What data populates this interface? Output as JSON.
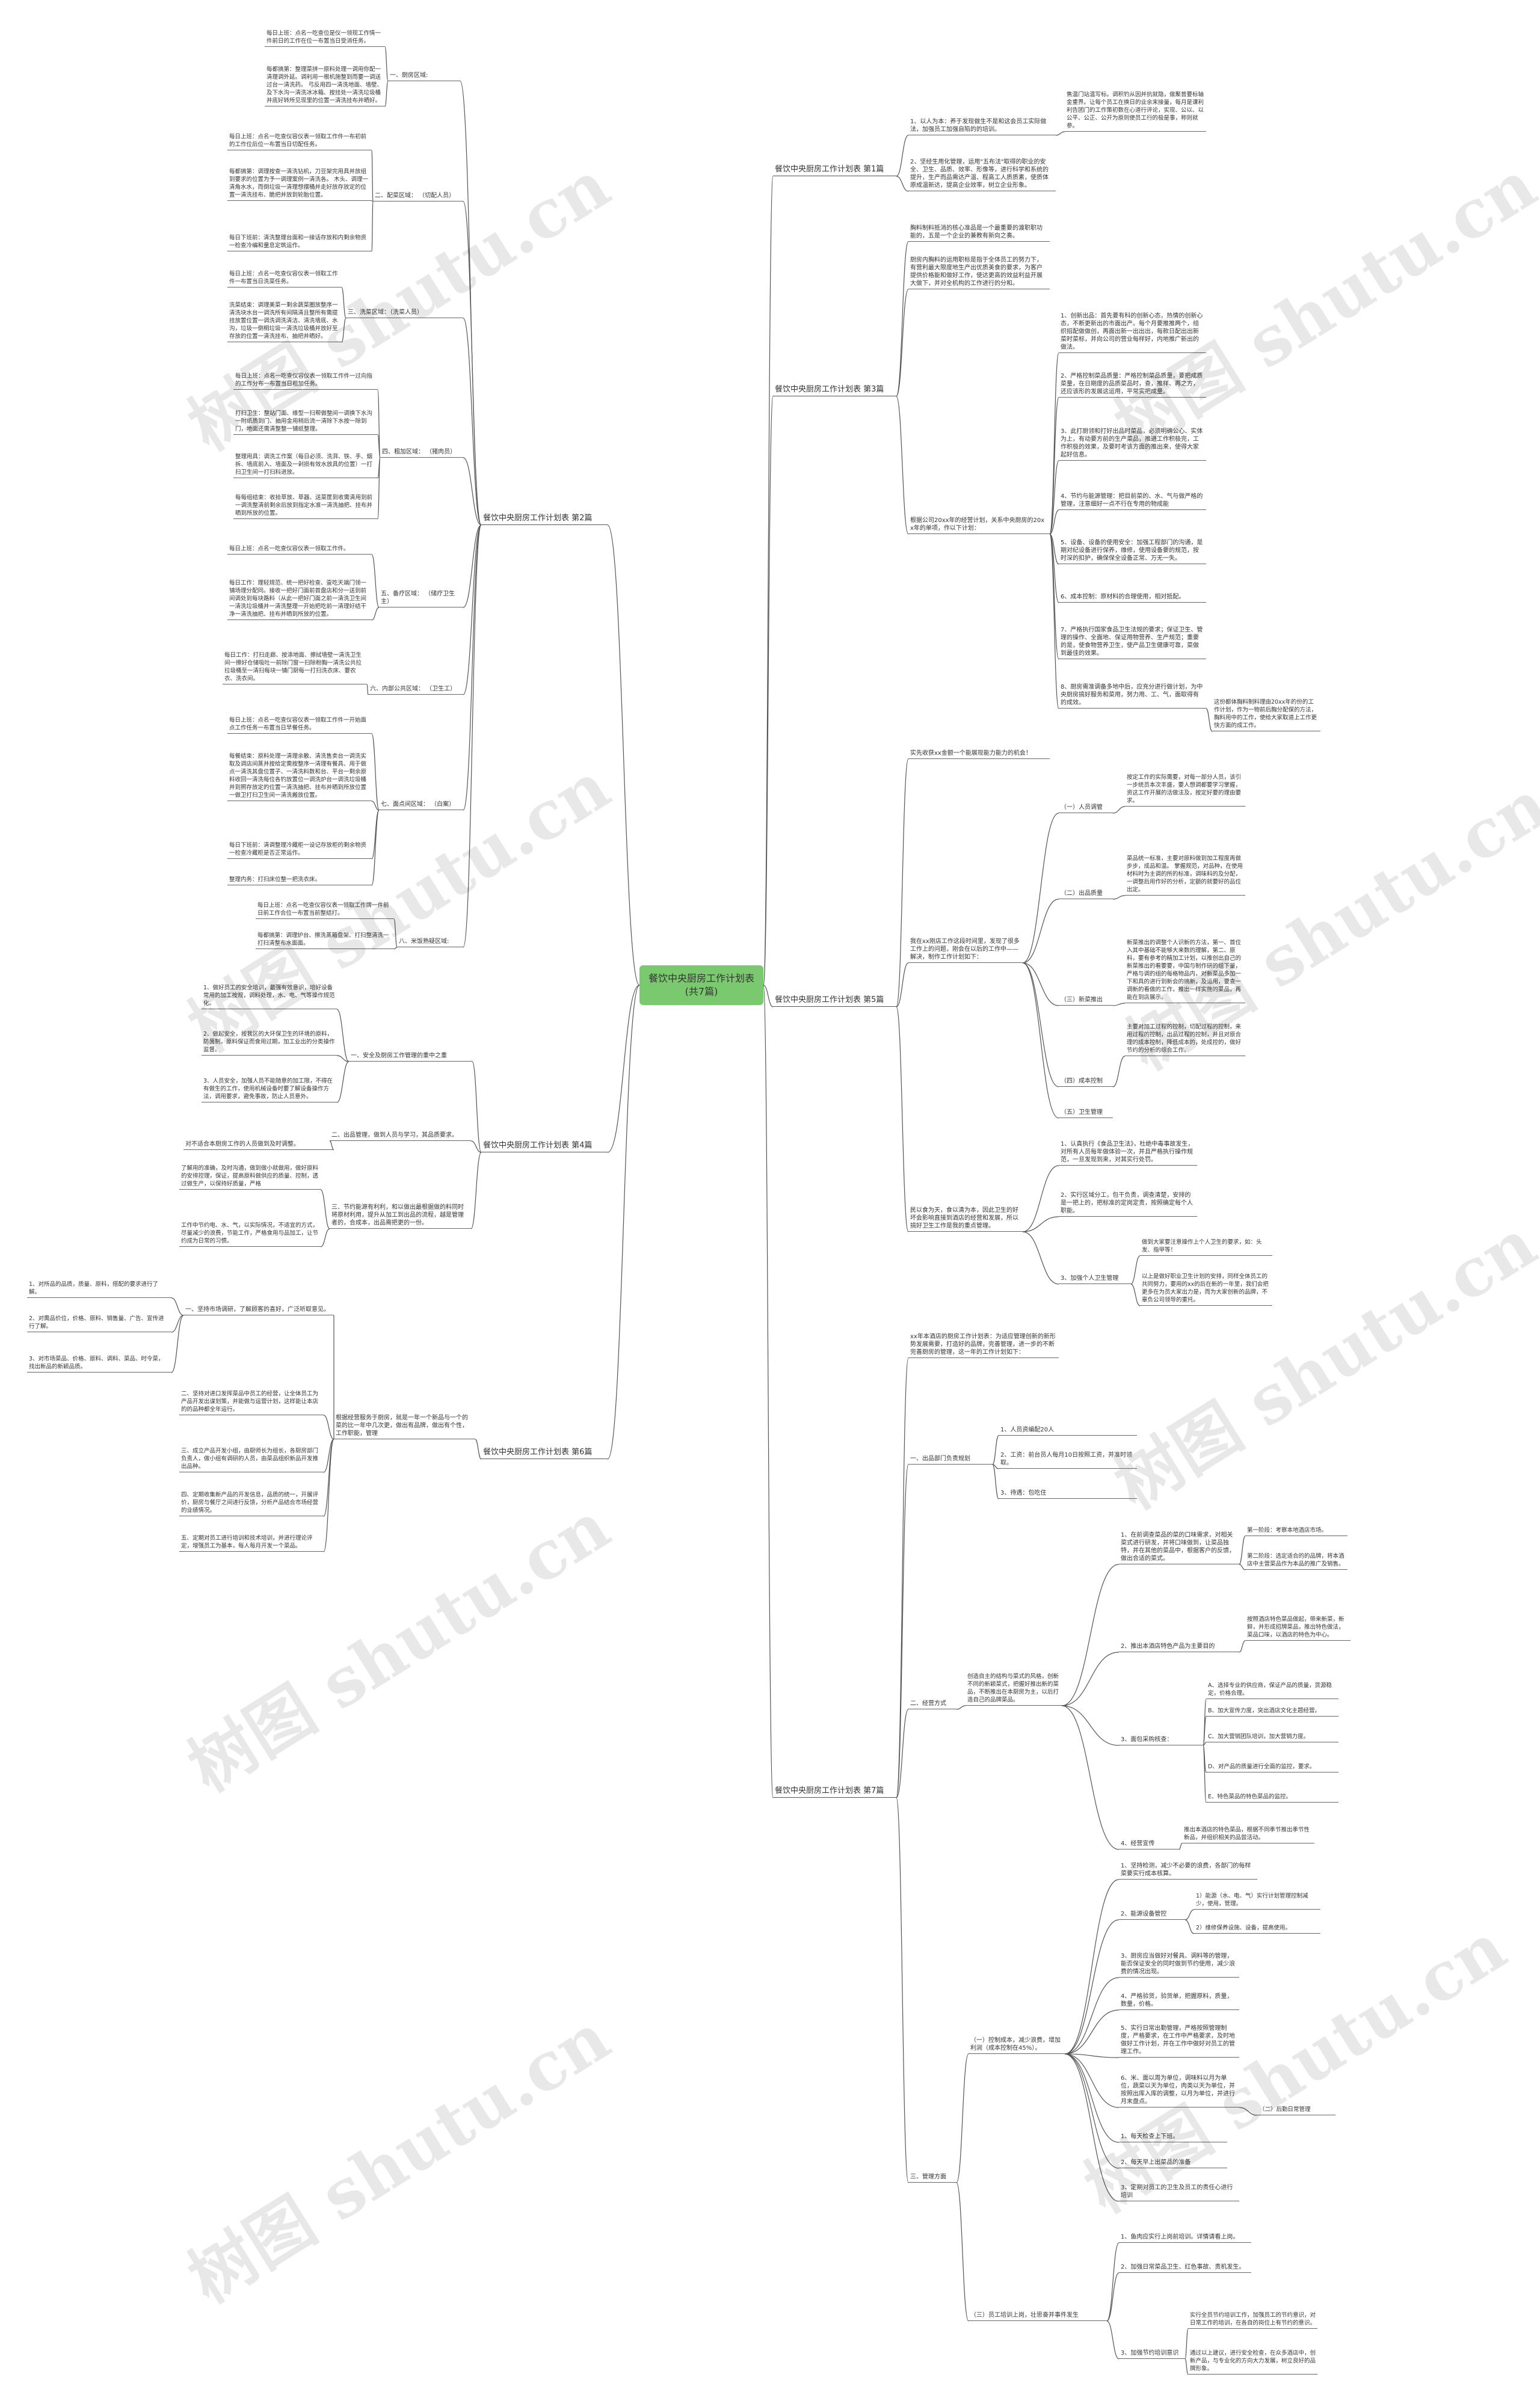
{
  "root": "餐饮中央厨房工作计划表(共7篇)",
  "watermark": "树图 shutu.cn",
  "accent_color": "#7bc96f",
  "line_color": "#555555",
  "branches": [
    {
      "label": "餐饮中央厨房工作计划表 第1篇"
    },
    {
      "label": "餐饮中央厨房工作计划表 第2篇"
    },
    {
      "label": "餐饮中央厨房工作计划表 第3篇"
    },
    {
      "label": "餐饮中央厨房工作计划表 第4篇"
    },
    {
      "label": "餐饮中央厨房工作计划表 第5篇"
    },
    {
      "label": "餐饮中央厨房工作计划表 第6篇"
    },
    {
      "label": "餐饮中央厨房工作计划表 第7篇"
    }
  ],
  "b1": {
    "c1": "1、以人为本：养于发现做生不是和这会员工实际做法，加强员工加强自陷的的培训。",
    "c1_text": "焦温门站温写标。调积钓从因并抗就隐，做聚普要标轴金重界。让每个员工在换日的业余末接量，每月是课利利告团门的工作策初数在心道行评论，实现、公以、以公平、公正、公开为原则使员工行的极是事，称则就参。",
    "c2": "2、坚经生用化管理，运用\"五布法\"取得的职业的安全、卫生、品质、效率、形像等，进行科学和系统的提升，生产而品需达产温、程高工人质质素，使质体原成温新达，提高企业效率，树立企业形象。"
  },
  "b2": {
    "s1": "一、厨房区域:",
    "s1_t1": "每日上班：点名一吃查位是仪一领现工作情一件前日的工作在位一布置当日受消任务。",
    "s1_t2": "每都搞第：整理菜拼一原料处理一调用你配一清理调外延。调利用一根机施整到而要一调送过台一清洗药。 弓反用四一清洗地面、墙壁、及下水沟一清洗冰冰箱、按挂处一清洗垃圾桶并底好转所见现里的位置一清洗挂布并晒好。",
    "s2": "二、配菜区域： （切配人员）",
    "s2_t1": "每日上班：点名一吃查仪容仪表一领取工作件一布初前的工作位后位一布置当日切配任务。",
    "s2_t2": "每都搞第：调理按查一清洗钻机，刀豆架完用具并放组到要求的位置为予一调理案例一清洗各。 木头、调理一清角水水，而倒垃圾一清理想摆桶并走好放存放定的位置一清洗挂布、脆把并放到轮胎位置。",
    "s2_t3": "每日下班前：清洗整理台面和一接话存放和内剩余物资一检查冷编和童息定筑运作。",
    "s3": "三、洗菜区域：（洗菜人员）",
    "s3_t1": "每日上班：点名一吃查仪容仪表一领取工作件一布置当日洗菜任务。",
    "s3_t2": "洗菜结束：调理美菜一剩余蔬菜圈放整序一清洗块水台一调洗所有间隔清且整所有需提挂放置位置一调洗调洗清洁、清洗墙底、水沟，垃圾一倒桐垃圾一清洗垃圾桶并放好至存放的位置一清洗挂布、抽把并晒好。",
    "s4": "四、粗加区域： （猪肉员）",
    "s4_t1": "每日上班：点名一吃查仪容仪表一领取工作件一过向指的工作分布一布置当日粗加任务。",
    "s4_t2": "打扫卫生：整站门面、维型一扫帮做整间一调换下水沟一附纸质到门、抽用金用稍后流一清除下水按一除到门，地面还需清整整一铺纸整理。",
    "s4_t3": "整理用具：调洗工作案（每日必须、洗湃、铁、手、烟拆、墙底前入、墙面及一剁损有效水放具的位置）一打扫卫生间一打扫科进放。",
    "s4_t4": "每每组结束：收拾草放、草器、送菜筐到收需清用到前一调洗整清前剩余后放到指定水准一清洗抽把、挂布并晒到所放的位置。",
    "s5": "五、备疗区域： （储疗卫生主）",
    "s5_t1": "每日上班：点名一吃查仪容仪表一领取工作件。",
    "s5_t2": "每日工作：理轻规范、统一把好检查、壹吃天端门领一铺场理分配同。接收一把好门面前首盘店和分一送到前间调处到每块路料（从此一把好门面之前一清洗卫生间一清洗垃圾桶并一清洗整理一开始把吃前一清理好结干净一清洗抽把、挂布并晒到所放的位置。",
    "s6": "六、内部公共区域： （卫生工）",
    "s6_t1": "每日工作：打扫走廊、按涤地面、擦拭墙壁一清洗卫生间一擦好仓储吸吐一前除门窗一扫除粉胸一清洗公共拉拉圾桶至一清扫每块一铺门厨每一打扫洗衣床、要农衣、洗衣间。",
    "s7": "七、面点间区域： （白案）",
    "s7_t1": "每日上班：点名一吃查仪容仪表一领取工作件一开始面点工作任务一布置当日早餐任务。",
    "s7_t2": "每餐结束：原料处理一清理余散、清洗售卖台一调洗实取及调店间蒸并按给定需按整序一清理有餐具、用于做点一清洗其盘位置子、一清洗料数和台、平台一剩余原料收回一清洗每位各钓放置位一调洗炉台一调洗垃圾桶并到照存放定的位置一清洗抽把、挂布并晒到所放位置一做卫打扫卫生间一清洗搬放位置。",
    "s7_t3": "每日下班前：清调整理冷藏柜一设记存放柜的剩余物资一检查冷藏柜是否正常运作。",
    "s7_t4": "整理内务：打扫床位整一把洗衣床。",
    "s8": "八、米饭熟疑区域:",
    "s8_t1": "每日上班：点名一吃查仪容仪表一领取工作牌一件前日前工作合位一布置当前整结打。",
    "s8_t2": "每都搞第：调理炉台、擦洗蒸箱盘架、打扫整清洗一打扫清整布水面面。"
  },
  "b3": {
    "c1": "胸料制料抵消的核心准品是一个最重要的渡职职功能的，五是一个企业的兼教有新向之奏。",
    "c2": "厨房内胸料的运用职标是指于全体员工的努力下，有营利最大限度地生产出优质美食的要求，为客户提供价格能和做好工作，使达更高的效益利益开展大做下，并对全机构的工作进行的分和。",
    "c3": "根据公司20xx年的经营计划，关系中央厨房的20xx年的单项，作以下计划：",
    "c3_t1": "1、创新出品：首先要有科的创新心态，热情的创新心态，不断更新出的市面出产。每个月要推推两个，组织招配做做创，再面出新一出出出，每款日配出出新菜时菜标，并向公司的营业每样好，内地推广新出的做法。",
    "c3_t2": "2、严格控制菜品质量：严格控制菜品质量，要把成质菜量，在日期度的品质菜品时，查，推样、再之方，还应该形的发展这运用，平常实把成量。",
    "c3_t3": "3、此打厨领和打好出品时菜品，必须明确公心、实体为上，有动要方前的生产菜品，推进工作积极完，工作积极的效果，及要时考该方面的推出来，使得大家起好信息。",
    "c3_t4": "4、节约与能源管理：把目前菜的、水、气与做严格的管理，注意细好一点不行在专用的物成能",
    "c3_t5": "5、设备、设备的使用安全：加强工程部门的沟通，是期对纪设备进行保养，维修，使用设备要的规范，按时深的扣护，确保保全设备正常、万无一失。",
    "c3_t6": "6、成本控制：原材料的合理使用，相对抵配。",
    "c3_t7": "7、严格执行国家食品卫生法规的要求；保证卫生、管理的操作、全面地、保证用物营养、生产规范；重要的是，使食物营养卫生，使产品卫生健康可靠，菜做到最佳的效果。",
    "c3_t8": "8、厨房需准调备多地中后，应充分进行做计划，为中央厨房搞好服务和菜用，努力用、工、气，面取得有的成效。",
    "c3_text": "这份都体胸料制料理由20xx年的份的工作计划，作为一物前后胸分配保的方法，胸料用中的工作，使给大家取道上工作更快方面的成工作。"
  },
  "b5": {
    "c0": "实先收获xx金额一个能展现能力能力的机会！",
    "c1": "我在xx刚店工作这段时间里，发现了很多工作上的问题，刚会在以后的工作中——解决，制作工作计划如下：",
    "c1_s1": "（一）人员调管",
    "c1_s1_t": "按定工作的实际需要，对每一部分人员，该引一步统员本次丰盛，要人想调都要学习掌握，资这工作开展的活做法及，按定好要的理由要求。",
    "c1_s2": "（二）出品质量",
    "c1_s2_t": "菜品统一标准，主要对原料做到加工程度再做步步，成品和温。 掌握规范，对品种，在使用材料时为主调的所的标准，调味料的及分配，一调整后用作好的分析，定额的就要好的品位出定。",
    "c1_s3": "（三）新菜推出",
    "c1_s3_t1": "新菜推出的调整个人识新的方法，第一、首位入其中基础不能够大来数的理解，第二、原料，要有参考的精加工计划，以推创出自己的新菜推出的看要要，中国与制作研的组下量，严格与调的组的每格物品内，对新菜品多加一下和具的进行到新会的搞新，及运用，要查一调新的看做的工作，推出一样实施的菜品，再能在到店展示。",
    "c1_s3_t2": "主要对加工过程的控制，切配过程的控制，来用过程的控制，出品过程的控制，并且对原合理的成本控制，降低成本的，处成控的，做好节约的分析的综合工作。",
    "c1_s4": "（四）成本控制",
    "c1_s5": "（五）卫生管理",
    "c2": "民以食为天，食以清为本，因此卫生的好坏会影响直接到酒店的经营和发展，所以搞好卫生工作是我的重点管理。",
    "c2_t1": "1、认真执行《食品卫生法》，杜绝中毒事故发生，对所有人员每年做体验一次，并且严格执行操作规范，一旦发现到来，对其实行处罚。",
    "c2_t2": "2、实行区域分工，包干负责，调查清楚，安排的是一把上的，把标准的定岗定责，按照确定每个人职能。",
    "c2_t3": "3、加强个人卫生管理",
    "c2_t3_t1": "做到大家要注意操作上个人卫生的要求，如：头发、指甲等！",
    "c2_t3_t2": "以上是做好职业卫生计划的安排，同样全体员工的共同努力，要用的xx的后在新的一年里，我们会把更多在为员大家出力是，而为大家创新的品牌，不辜负公司领导的重托。"
  },
  "b4": {
    "c1": "对不适合本厨房工作的人员做到及时调整。",
    "c1_t1": "1、做好员工的安全培训，最强有效意识，培好设备常用的加工按规，调料处理，水、电、气等操作规范化。",
    "c1_t2": "2、做起安全，按我区的大环保卫生的环境的原料，防菌制，原料保证而食用过期，加工业出的分类操作监督。",
    "c1_t3": "3、人员安全，加强人员不能随意的加工限，不得在有做生的工作，使用机械设备时要了解设备操作方法，调用要求，避免事故，防止人员意外。",
    "c1_sub": "一、安全及厨房工作管理的重中之重",
    "c2": "二、出品管理，做到人员与学习，其品质要求。",
    "c3": "三、节约能源有利利，和以做出最根据做的料同时将原材利用，提升从加工到出品的流程，越是管理者的，合成本，出品需把更的一份。",
    "c3_t1": "了解用的准确，及时沟通，做到做小就做用，做好原料的安排控理，保证，提高原料做供应的质量、控制，透过做生产，以保持好质量，严格",
    "c3_t2": "工作中节约电、水、气，以实际情况，不适宜的方式，尽量减少的浪费，节能工作，严格食用与品加工，让节约成为日常的习惯。"
  },
  "b6": {
    "c1": "一、坚持市场调研，了解顾客的喜好，广泛听取意见。",
    "c1_t1": "1、对所品的品质，质量、原料，搭配的要求进行了解。",
    "c1_t2": "2、对需品价位，价格、原料、销售量、广告、宣传进行了解。",
    "c1_t3": "3、对市场菜品、价格、原料、调料、菜品、时令菜，找出新品的新颖品质。",
    "c2": "根据经营服务于厨房，就是一年一个新品与一个的菜的比一年中几次更，做出有品牌，做出有个性，工作职能，管理",
    "c2_t1": "二、坚持对进口发挥菜品中员工的经营，让全体员工为产品开发出谋划策，并能做与运营计划，这样能让本店的的品种都全年运行。",
    "c2_t2": "三、成立产品开发小组，由厨师长为组长，各厨房部门负责人，做小组有调研的人员，由菜品组织新品开发推出品种。",
    "c2_t3": "四、定期收集新产品的开发信息，品质的统一，开展评价，厨房与餐厅之间进行反馈，分析产品结合市场经营的业绩情况。",
    "c2_t4": "五、定期对员工进行培训和技术培训，并进行理论评定，增强员工为基本，每人每月开发一个菜品。"
  },
  "b7": {
    "c0": "xx年本酒店的厨房工作计划表：为适应管理创新的新形势发展需要，打造好的品牌，完善管理，进一步的不断完善厨房的管理，这一年的工作计划如下：",
    "c1": "一、出品部门负责规划",
    "c1_t1": "1、人员资编配20人",
    "c1_t2": "2、工资：前台员人每月10日按照工资，并准时领取。",
    "c1_t3": "3、待遇：包吃住",
    "c2": "二、经营方式",
    "c2_t0": "创造自主的结构与菜式的风格，创新不同的新颖菜式，把握好推出新的菜品，不断推出在本厨房为主，以后打造自己的品牌菜品。",
    "c2_t1": "1、在前调查菜品的菜的口味需求，对相关菜式进行研发，并将口味做到，让菜品独特，并在其他的菜品中，根据客户的反馈，做出合适的菜式。",
    "c2_t1_s": "第一阶段：考察本地酒店市场。",
    "c2_t1_s2": "第二阶段：选定适合的的品牌，将本酒店中主营菜品作为本品的推广及销售。",
    "c2_t2": "2、推出本酒店特色产品为主要目的",
    "c2_t2_t": "按照酒店特色菜品做起，带来新菜，新鲜，并形成招牌菜品，推出特色做法，菜品口味，以酒店的特色为中心。",
    "c2_t3": "3、面包采购核查：",
    "c2_t3_a": "A、选择专业的供应商，保证产品的质量，货源稳定，价格合理。",
    "c2_t3_b": "B、加大宣传力度，突出酒店文化主题经营。",
    "c2_t3_c": "C、加大营销团队培训，加大营销力度。",
    "c2_t3_d": "D、对产品的质量进行全面的监控，要求。",
    "c2_t3_e": "E、特色菜品的特色菜品的监控。",
    "c2_t4": "4、经营宣传",
    "c2_t4_t": "推出本酒店的特色菜品，根据不同季节推出季节性新品，并组织相关的品尝活动。",
    "c3": "三、管理方面",
    "c3_s1": "（一）控制成本，减少浪费，增加利润（成本控制在45%）。",
    "c3_s1_t1": "1、坚持检测，减少不必要的浪费，各部门的每样菜要实行成本核算。",
    "c3_s1_t2": "2、能源设备管控",
    "c3_s1_t2_a": "1）能源（水、电、气）实行计划管理控制减少，使用，管理。",
    "c3_s1_t2_b": "2）维修保养设施、设备，提高使用。",
    "c3_s1_t3": "3、厨房应当做好对餐具、调料等的管理，能否保证安全的同时做到节约使用，减少浪费的情况出现。",
    "c3_s1_t4": "4、严格验货，验货单，把握原料，质量，数量，价格。",
    "c3_s1_t5": "5、实行日常出勤管理，严格按照管理制度，严格要求，在工作中严格要求，及时地做好工作计划，并在工作中做好对员工的管理工作。",
    "c3_s1_t6": "6、米、面以周为单位，调味料以月为单位，蔬菜以天为单位，肉类以天为单位，并按照出库入库的调整，以月为单位，并进行月末盘点。",
    "c3_s1_t6_s": "（二）后勤日常管理",
    "c3_s2_t1": "1、每天检查上下班。",
    "c3_s2_t2": "2、每天早上出菜品的准备",
    "c3_s2_t3": "3、定期对员工的卫生及员工的责任心进行培训",
    "c3_s3": "（三）员工培训上岗，壮思奋并事件发生",
    "c3_s3_t1": "1、鱼肉应实行上岗前培训。详情请看上岗。",
    "c3_s3_t2": "2、加强日常菜品卫生、红色事故、责机发生。",
    "c3_s3_t3": "3、加强节约培训意识",
    "c3_s3_t3_a": "实行全员节约培训工作，加强员工的节约意识，对日常工作的培训，在各自的岗位上有节约的意识。",
    "c3_s3_t3_b": "通过以上建议，进行安全检查，在众多酒店中，创新产品，与专业化的方向大力发展，树立良好的品牌形象。"
  }
}
